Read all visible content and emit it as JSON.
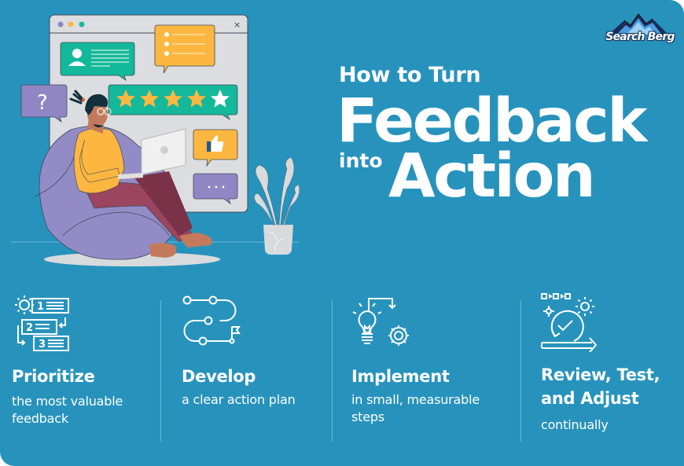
{
  "brand": {
    "logo_text": "Search Berg",
    "background_color": "#2793bd",
    "text_color": "#ffffff"
  },
  "heading": {
    "line1": "How to Turn",
    "line2": "Feedback",
    "connector": "into",
    "line3": "Action"
  },
  "illustration": {
    "window_controls": [
      "purple-dot",
      "yellow-dot",
      "green-dot"
    ],
    "close_glyph": "×",
    "question_glyph": "?",
    "ellipsis_glyph": "• • •",
    "rating_stars_filled": 4,
    "rating_stars_total": 5,
    "colors": {
      "window": "#dcdde0",
      "teal": "#14b89a",
      "yellow": "#fdb740",
      "purple": "#9089c4",
      "skin": "#c47a5a",
      "sweater": "#fdb740",
      "pants": "#9b4560",
      "beanbag": "#938bc6",
      "plant": "#d9dadc"
    }
  },
  "steps": [
    {
      "icon": "priority-list-gear-icon",
      "title": "Prioritize",
      "description": "the most valuable feedback"
    },
    {
      "icon": "roadmap-path-flag-icon",
      "title": "Develop",
      "description": "a clear action plan"
    },
    {
      "icon": "lightbulb-gear-icon",
      "title": "Implement",
      "description": "in small, measurable steps"
    },
    {
      "icon": "cycle-check-gears-icon",
      "title_line1": "Review, Test,",
      "title_line2": "and Adjust",
      "description": "continually"
    }
  ]
}
